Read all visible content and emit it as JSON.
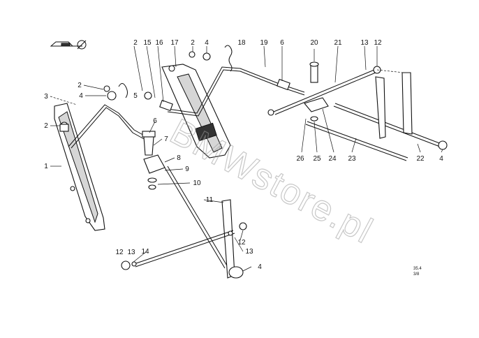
{
  "diagram": {
    "watermark_text": "BMWstore.pl",
    "reference_code_line1": "35.4",
    "reference_code_line2": "3/8",
    "header_icon": "car-pedal-group-icon",
    "part_labels": [
      {
        "id": "p1",
        "text": "1"
      },
      {
        "id": "p2a",
        "text": "2"
      },
      {
        "id": "p2b",
        "text": "2"
      },
      {
        "id": "p2c",
        "text": "2"
      },
      {
        "id": "p2d",
        "text": "2"
      },
      {
        "id": "p3",
        "text": "3"
      },
      {
        "id": "p4a",
        "text": "4"
      },
      {
        "id": "p4b",
        "text": "4"
      },
      {
        "id": "p4c",
        "text": "4"
      },
      {
        "id": "p4d",
        "text": "4"
      },
      {
        "id": "p5",
        "text": "5"
      },
      {
        "id": "p6a",
        "text": "6"
      },
      {
        "id": "p6b",
        "text": "6"
      },
      {
        "id": "p7",
        "text": "7"
      },
      {
        "id": "p8",
        "text": "8"
      },
      {
        "id": "p9",
        "text": "9"
      },
      {
        "id": "p10",
        "text": "10"
      },
      {
        "id": "p11",
        "text": "11"
      },
      {
        "id": "p12a",
        "text": "12"
      },
      {
        "id": "p12b",
        "text": "12"
      },
      {
        "id": "p12c",
        "text": "12"
      },
      {
        "id": "p13a",
        "text": "13"
      },
      {
        "id": "p13b",
        "text": "13"
      },
      {
        "id": "p13c",
        "text": "13"
      },
      {
        "id": "p14",
        "text": "14"
      },
      {
        "id": "p15",
        "text": "15"
      },
      {
        "id": "p16",
        "text": "16"
      },
      {
        "id": "p17",
        "text": "17"
      },
      {
        "id": "p18",
        "text": "18"
      },
      {
        "id": "p19",
        "text": "19"
      },
      {
        "id": "p20",
        "text": "20"
      },
      {
        "id": "p21",
        "text": "21"
      },
      {
        "id": "p22",
        "text": "22"
      },
      {
        "id": "p23",
        "text": "23"
      },
      {
        "id": "p24",
        "text": "24"
      },
      {
        "id": "p25",
        "text": "25"
      },
      {
        "id": "p26",
        "text": "26"
      }
    ]
  }
}
